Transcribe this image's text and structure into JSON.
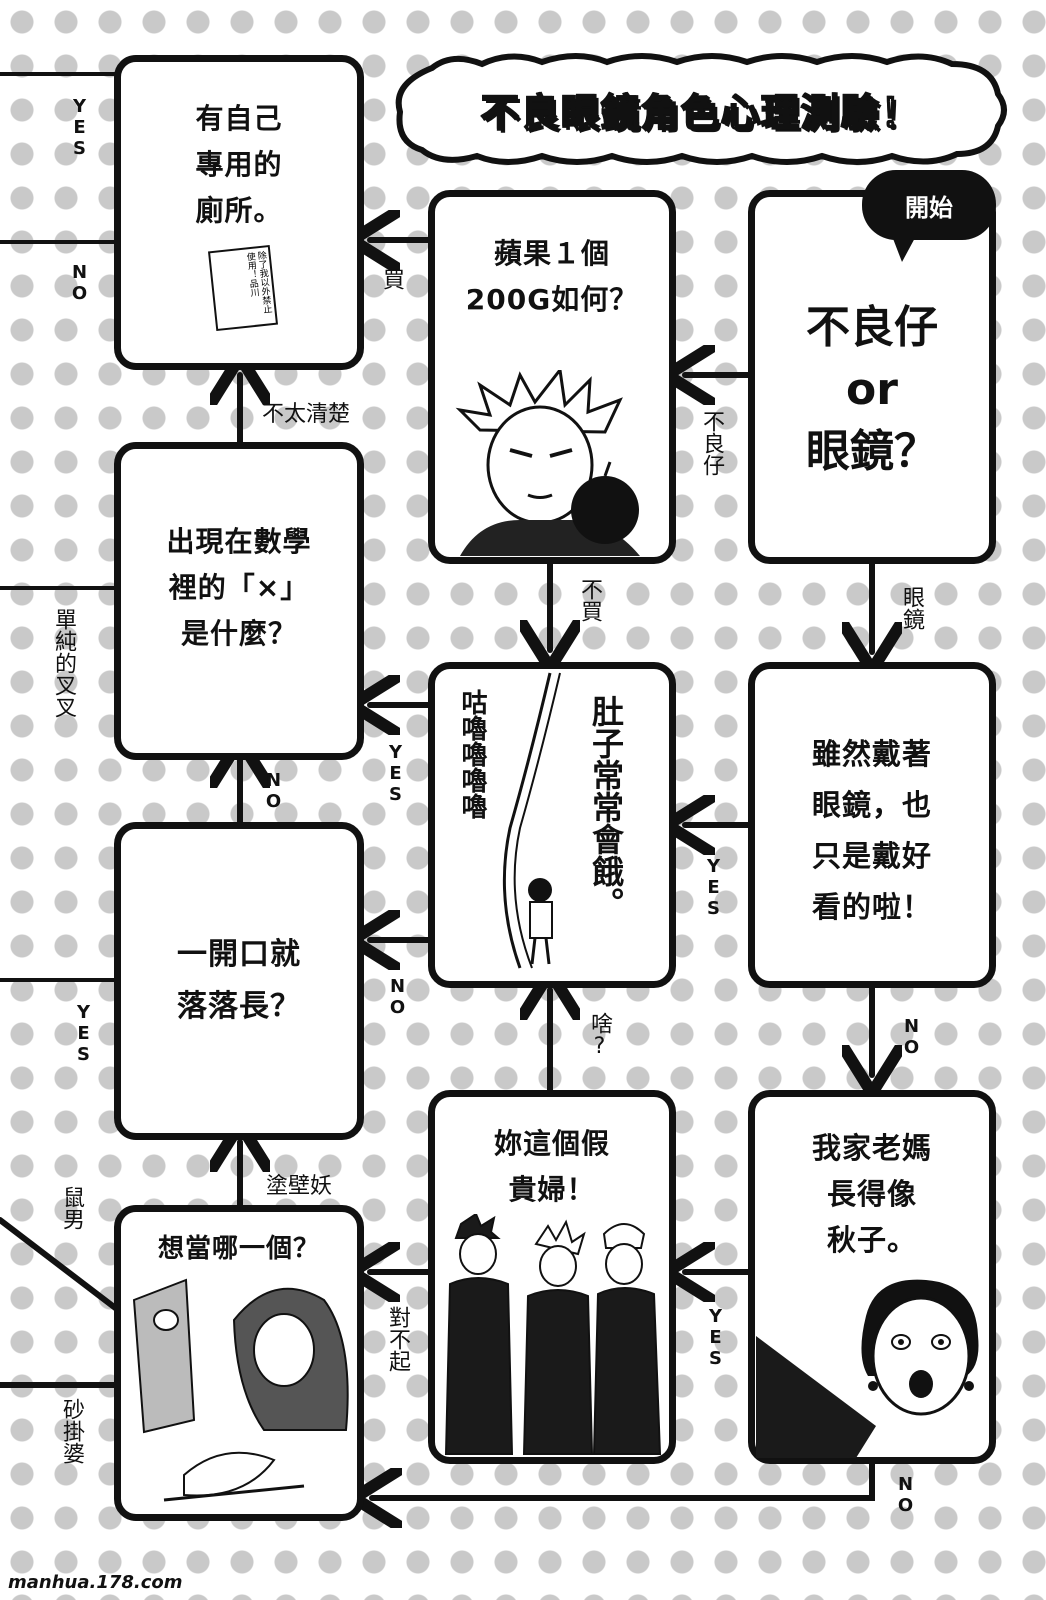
{
  "title": "不良眼鏡角色心理測驗！",
  "start_badge": "開始",
  "nodes": {
    "start": "不良仔\nor\n眼鏡？",
    "apple": "蘋果１個\n200G如何？",
    "toilet": "有自己\n專用的\n廁所。",
    "math_x": "出現在數學\n裡的「×」\n是什麼？",
    "hungry": "肚子常常會餓。",
    "stomach_sound": "咕嚕嚕嚕嚕",
    "glasses_looks": "雖然戴著\n眼鏡，也\n只是戴好\n看的啦！",
    "long_talk": "一開口就\n落落長？",
    "fake_lady": "妳這個假\n貴婦！",
    "mom": "我家老媽\n長得像\n秋子。",
    "which_one": "想當哪一個？"
  },
  "edges": {
    "start_to_apple": "不良仔",
    "start_to_glasses": "眼鏡",
    "apple_buy": "買",
    "apple_not_buy": "不買",
    "math_to_toilet": "不太清楚",
    "hungry_yes": "YES",
    "glasses_yes": "YES",
    "glasses_no": "NO",
    "long_talk_no": "NO",
    "hungry_no": "NO",
    "fake_lady_what": "啥?",
    "which_to_long": "塗壁妖",
    "fake_lady_sorry": "對不起",
    "mom_yes": "YES",
    "mom_no": "NO",
    "left_toilet_yes": "YES",
    "left_toilet_no": "NO",
    "left_math": "單純的叉叉",
    "left_long_yes": "YES",
    "left_which_rat": "鼠男",
    "left_which_sand": "砂掛婆"
  },
  "sign_text": "除了我以外禁止使用！品川",
  "footer": "manhua.178.com"
}
